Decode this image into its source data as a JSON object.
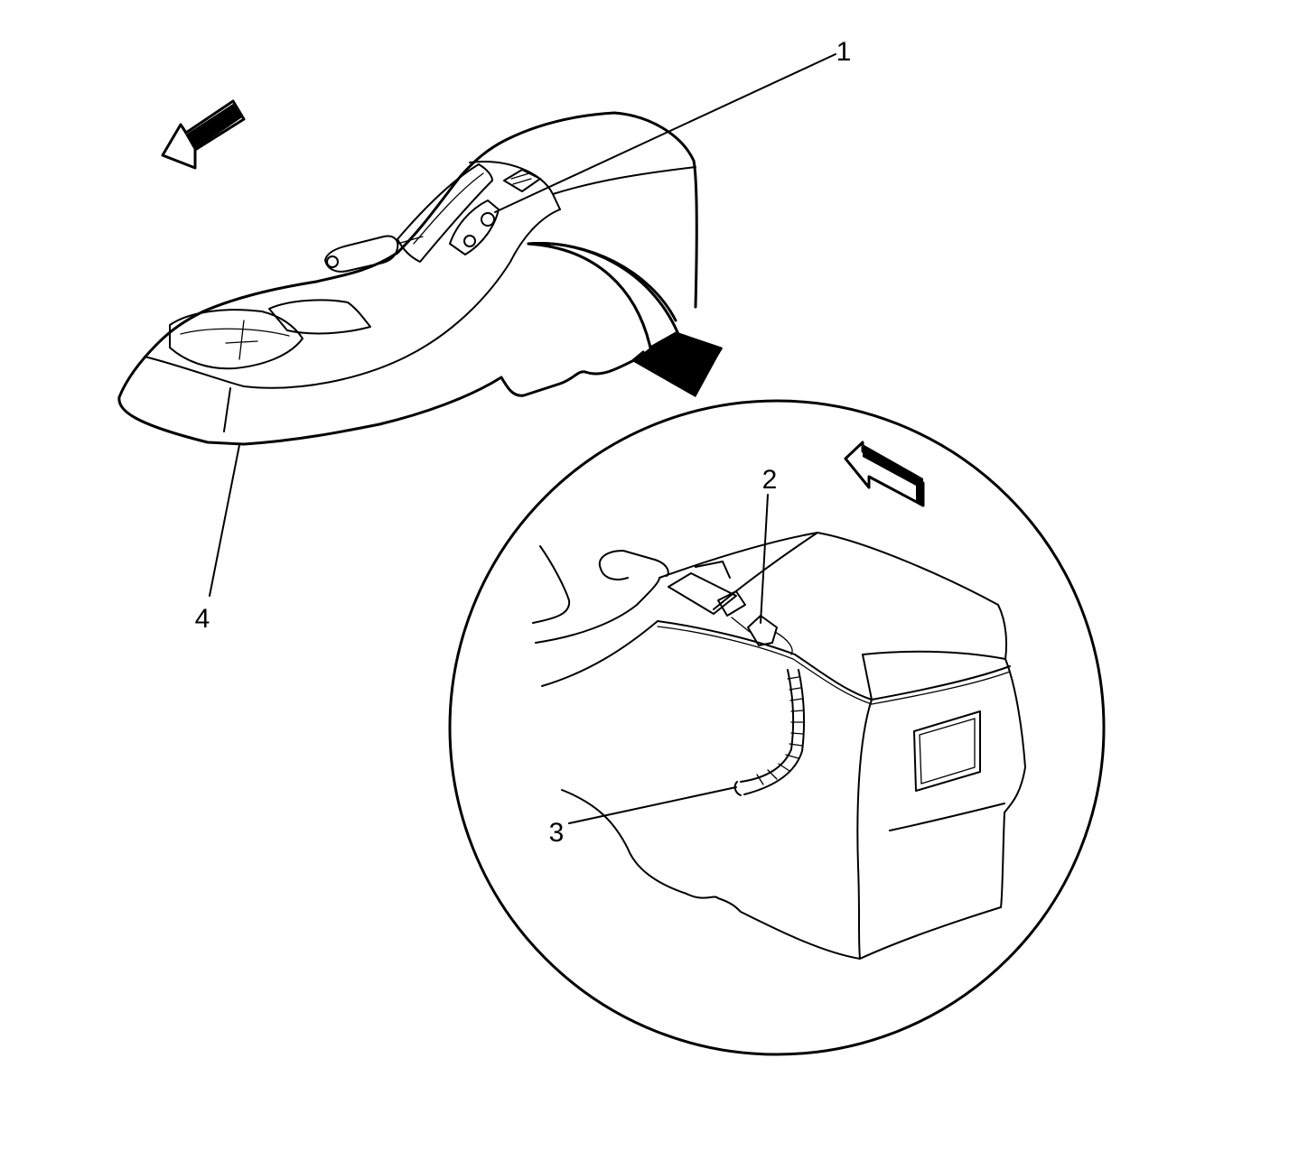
{
  "callouts": [
    {
      "id": "1",
      "label": "1"
    },
    {
      "id": "2",
      "label": "2"
    },
    {
      "id": "3",
      "label": "3"
    },
    {
      "id": "4",
      "label": "4"
    }
  ],
  "direction_arrows": [
    {
      "name": "front-direction-arrow-main",
      "icon": "left-arrow-icon"
    },
    {
      "name": "front-direction-arrow-detail",
      "icon": "left-arrow-icon"
    }
  ],
  "detail_pointer": {
    "icon": "curved-arrow-icon"
  },
  "colors": {
    "ink": "#000000",
    "background": "#ffffff"
  }
}
